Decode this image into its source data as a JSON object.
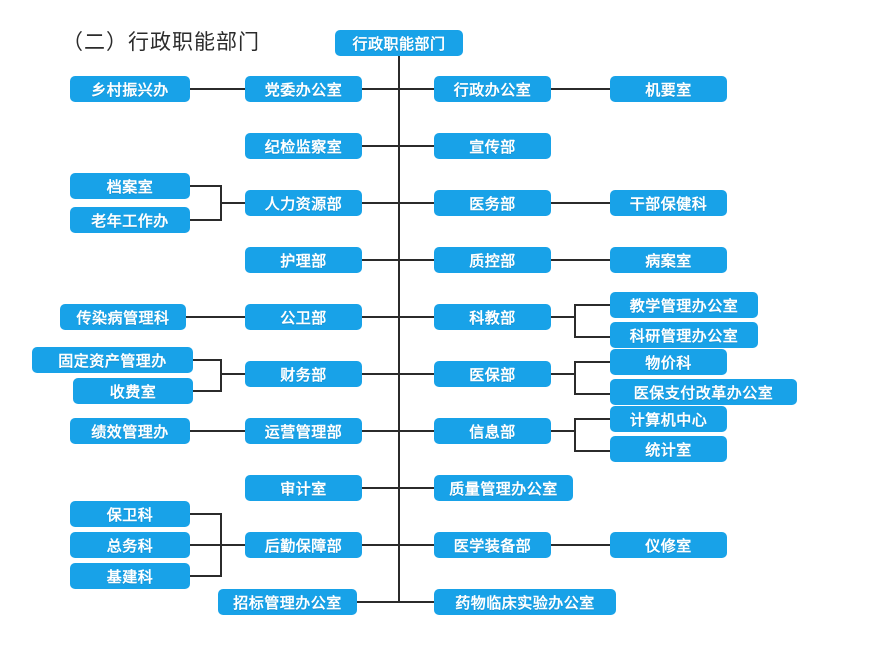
{
  "chart_data": {
    "type": "diagram",
    "title": "（二）行政职能部门",
    "diagram_kind": "organizational-chart",
    "orientation": "vertical-spine-with-bilateral-branches",
    "colors": {
      "node_fill": "#18a2e8",
      "node_text": "#ffffff",
      "connector": "#2b2b2b",
      "title_text": "#2b2b2b",
      "background": "#ffffff"
    },
    "root": {
      "label": "行政职能部门"
    },
    "rows": [
      {
        "left_outer": [
          "乡村振兴办"
        ],
        "left_inner": "党委办公室",
        "right_inner": "行政办公室",
        "right_outer": [
          "机要室"
        ]
      },
      {
        "left_outer": [],
        "left_inner": "纪检监察室",
        "right_inner": "宣传部",
        "right_outer": []
      },
      {
        "left_outer": [
          "档案室",
          "老年工作办"
        ],
        "left_inner": "人力资源部",
        "right_inner": "医务部",
        "right_outer": [
          "干部保健科"
        ]
      },
      {
        "left_outer": [],
        "left_inner": "护理部",
        "right_inner": "质控部",
        "right_outer": [
          "病案室"
        ]
      },
      {
        "left_outer": [
          "传染病管理科"
        ],
        "left_inner": "公卫部",
        "right_inner": "科教部",
        "right_outer": [
          "教学管理办公室",
          "科研管理办公室"
        ]
      },
      {
        "left_outer": [
          "固定资产管理办",
          "收费室"
        ],
        "left_inner": "财务部",
        "right_inner": "医保部",
        "right_outer": [
          "物价科",
          "医保支付改革办公室"
        ]
      },
      {
        "left_outer": [
          "绩效管理办"
        ],
        "left_inner": "运营管理部",
        "right_inner": "信息部",
        "right_outer": [
          "计算机中心",
          "统计室"
        ]
      },
      {
        "left_outer": [],
        "left_inner": "审计室",
        "right_inner": "质量管理办公室",
        "right_outer": []
      },
      {
        "left_outer": [
          "保卫科",
          "总务科",
          "基建科"
        ],
        "left_inner": "后勤保障部",
        "right_inner": "医学装备部",
        "right_outer": [
          "仪修室"
        ]
      },
      {
        "left_outer": [],
        "left_inner": "招标管理办公室",
        "right_inner": "药物临床实验办公室",
        "right_outer": []
      }
    ]
  },
  "nodes": {
    "root": "行政职能部门",
    "r1_lo1": "乡村振兴办",
    "r1_li": "党委办公室",
    "r1_ri": "行政办公室",
    "r1_ro1": "机要室",
    "r2_li": "纪检监察室",
    "r2_ri": "宣传部",
    "r3_lo1": "档案室",
    "r3_lo2": "老年工作办",
    "r3_li": "人力资源部",
    "r3_ri": "医务部",
    "r3_ro1": "干部保健科",
    "r4_li": "护理部",
    "r4_ri": "质控部",
    "r4_ro1": "病案室",
    "r5_lo1": "传染病管理科",
    "r5_li": "公卫部",
    "r5_ri": "科教部",
    "r5_ro1": "教学管理办公室",
    "r5_ro2": "科研管理办公室",
    "r6_lo1": "固定资产管理办",
    "r6_lo2": "收费室",
    "r6_li": "财务部",
    "r6_ri": "医保部",
    "r6_ro1": "物价科",
    "r6_ro2": "医保支付改革办公室",
    "r7_lo1": "绩效管理办",
    "r7_li": "运营管理部",
    "r7_ri": "信息部",
    "r7_ro1": "计算机中心",
    "r7_ro2": "统计室",
    "r8_li": "审计室",
    "r8_ri": "质量管理办公室",
    "r9_lo1": "保卫科",
    "r9_lo2": "总务科",
    "r9_lo3": "基建科",
    "r9_li": "后勤保障部",
    "r9_ri": "医学装备部",
    "r9_ro1": "仪修室",
    "r10_li": "招标管理办公室",
    "r10_ri": "药物临床实验办公室"
  },
  "header": {
    "section_title": "（二）行政职能部门"
  }
}
